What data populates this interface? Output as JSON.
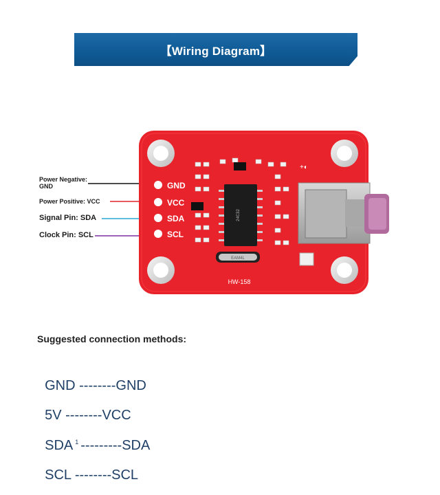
{
  "banner": {
    "title": "【Wiring Diagram】"
  },
  "board": {
    "model": "HW-158",
    "pins": [
      "GND",
      "VCC",
      "SDA",
      "SCL"
    ],
    "chip_text": [
      "24C32",
      "EAM4L"
    ],
    "colors": {
      "board": "#e8232b",
      "banner": "#125d99",
      "text": "#1f3f66"
    }
  },
  "pin_labels": {
    "gnd": "Power Negative:\nGND",
    "vcc": "Power Positive: VCC",
    "sda": "Signal Pin: SDA",
    "scl": "Clock Pin: SCL"
  },
  "connections": {
    "heading": "Suggested connection methods:",
    "rows": [
      {
        "left": "GND",
        "sep": " --------",
        "right": "GND"
      },
      {
        "left": "5V",
        "sep": " --------",
        "right": "VCC"
      },
      {
        "left": "SDA",
        "mark": "1",
        "sep": "---------",
        "right": "SDA"
      },
      {
        "left": "SCL",
        "sep": " --------",
        "right": "SCL"
      }
    ]
  }
}
